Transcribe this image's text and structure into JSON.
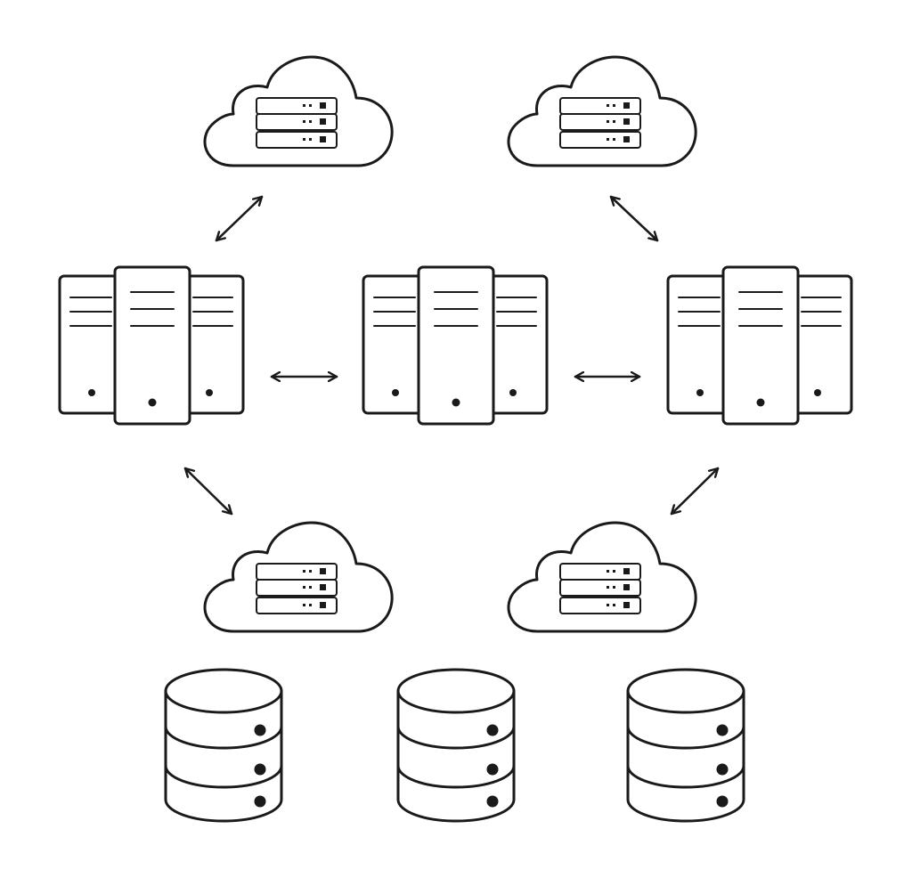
{
  "diagram": {
    "stroke_color": "#1a1a1a",
    "fill_color": "#ffffff",
    "nodes": [
      {
        "id": "cloud-top-left",
        "type": "cloud-server",
        "icon": "cloud-server-icon"
      },
      {
        "id": "cloud-top-right",
        "type": "cloud-server",
        "icon": "cloud-server-icon"
      },
      {
        "id": "servers-left",
        "type": "server-cluster",
        "icon": "server-tower-icon"
      },
      {
        "id": "servers-center",
        "type": "server-cluster",
        "icon": "server-tower-icon"
      },
      {
        "id": "servers-right",
        "type": "server-cluster",
        "icon": "server-tower-icon"
      },
      {
        "id": "cloud-bottom-left",
        "type": "cloud-server",
        "icon": "cloud-server-icon"
      },
      {
        "id": "cloud-bottom-right",
        "type": "cloud-server",
        "icon": "cloud-server-icon"
      },
      {
        "id": "db-left",
        "type": "database",
        "icon": "database-icon"
      },
      {
        "id": "db-center",
        "type": "database",
        "icon": "database-icon"
      },
      {
        "id": "db-right",
        "type": "database",
        "icon": "database-icon"
      }
    ],
    "connections": [
      {
        "from": "cloud-top-left",
        "to": "servers-left",
        "style": "bidirectional"
      },
      {
        "from": "cloud-top-right",
        "to": "servers-right",
        "style": "bidirectional"
      },
      {
        "from": "servers-left",
        "to": "servers-center",
        "style": "bidirectional"
      },
      {
        "from": "servers-center",
        "to": "servers-right",
        "style": "bidirectional"
      },
      {
        "from": "servers-left",
        "to": "cloud-bottom-left",
        "style": "bidirectional"
      },
      {
        "from": "servers-right",
        "to": "cloud-bottom-right",
        "style": "bidirectional"
      }
    ]
  }
}
